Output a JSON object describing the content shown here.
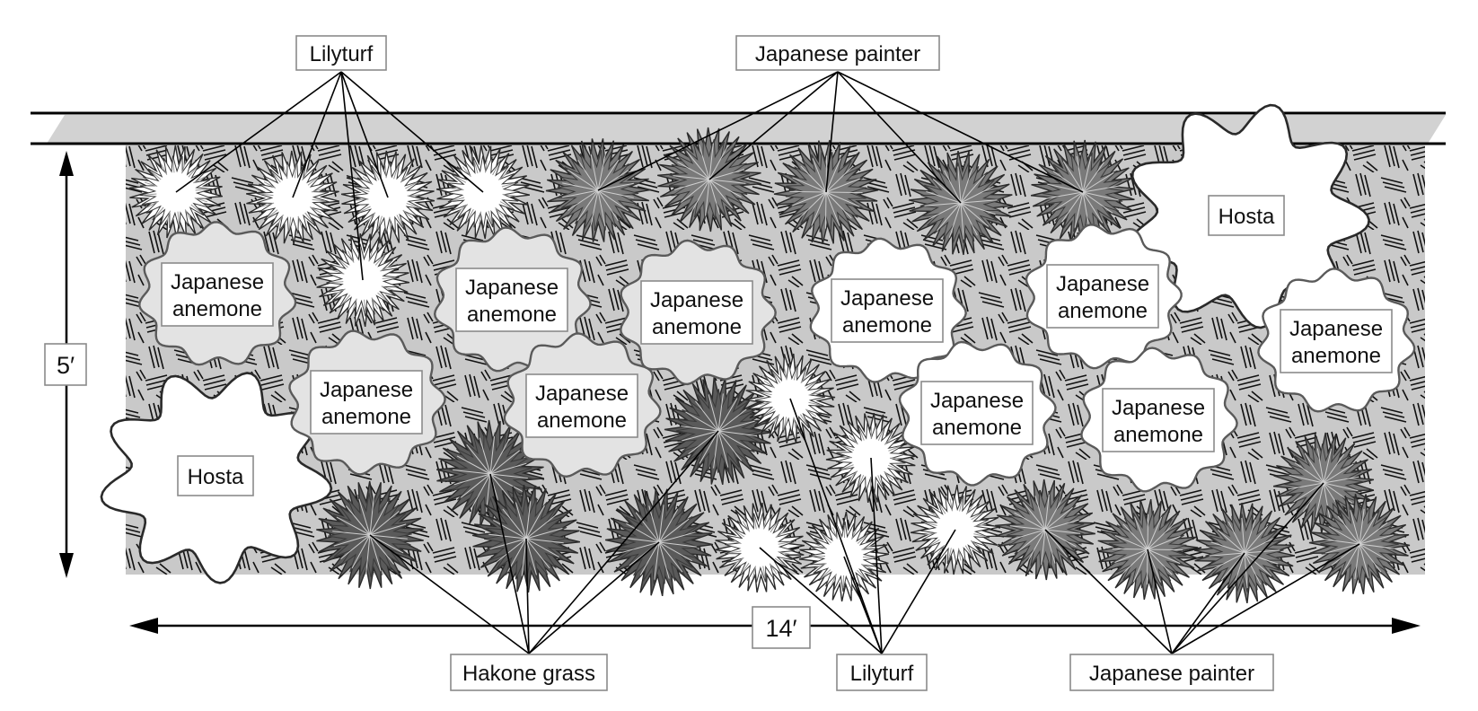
{
  "plants": {
    "lilyturf": "Lilyturf",
    "painter": "Japanese painter",
    "hakone": "Hakone grass",
    "hosta": "Hosta",
    "anemone_line1": "Japanese",
    "anemone_line2": "anemone"
  },
  "dimensions": {
    "depth": "5′",
    "width": "14′"
  },
  "colors": {
    "bed_fill": "#c9c9c9",
    "path_fill": "#d2d2d2",
    "hatch": "#111111",
    "lilyturf_fill": "#ffffff",
    "painter_fill": "#7a7a7a",
    "hakone_fill": "#5a5a5a",
    "anemone_gray_fill": "#e3e3e3",
    "anemone_white_fill": "#ffffff",
    "hosta_fill": "#ffffff"
  }
}
